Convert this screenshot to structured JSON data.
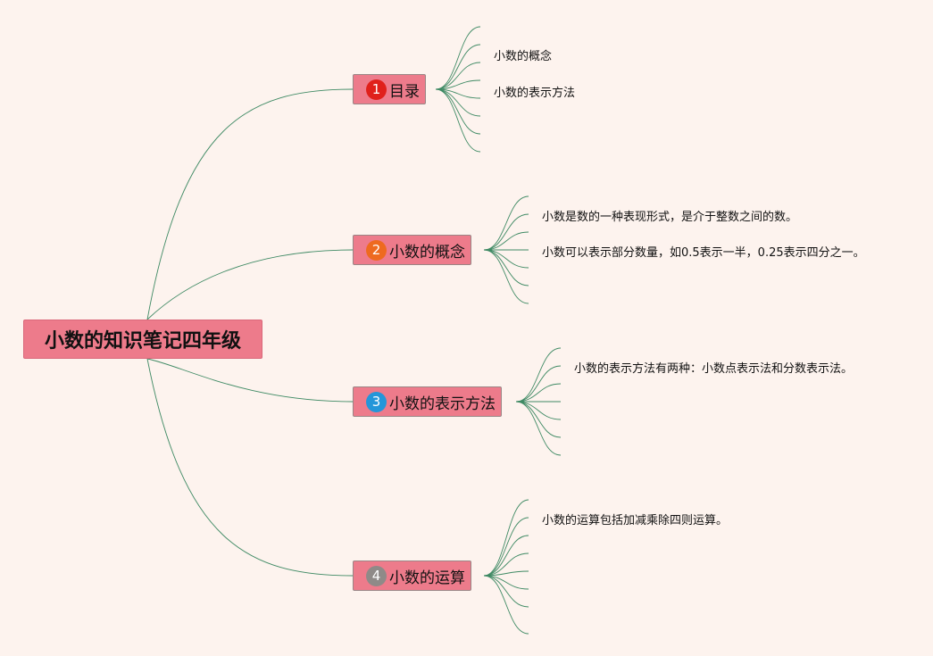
{
  "root": {
    "title": "小数的知识笔记四年级"
  },
  "branches": [
    {
      "num": "1",
      "label": "目录",
      "badge_color": "#e0201b",
      "leaves": [
        "小数的概念",
        "小数的表示方法"
      ]
    },
    {
      "num": "2",
      "label": "小数的概念",
      "badge_color": "#ee6a1f",
      "leaves": [
        "小数是数的一种表现形式，是介于整数之间的数。",
        "小数可以表示部分数量，如0.5表示一半，0.25表示四分之一。"
      ]
    },
    {
      "num": "3",
      "label": "小数的表示方法",
      "badge_color": "#2496d9",
      "leaves": [
        "小数的表示方法有两种：小数点表示法和分数表示法。"
      ]
    },
    {
      "num": "4",
      "label": "小数的运算",
      "badge_color": "#8f8a88",
      "leaves": [
        "小数的运算包括加减乘除四则运算。"
      ]
    }
  ],
  "colors": {
    "line": "#3f8a64",
    "node_fill": "#ed7b8b",
    "background": "#fdf3ee"
  }
}
